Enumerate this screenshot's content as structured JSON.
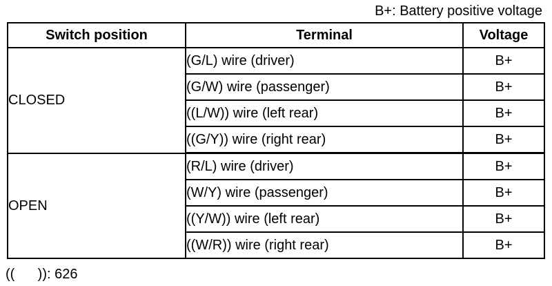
{
  "note": "B+: Battery positive voltage",
  "table": {
    "headers": {
      "switch_position": "Switch position",
      "terminal": "Terminal",
      "voltage": "Voltage"
    },
    "groups": [
      {
        "position": "CLOSED",
        "rows": [
          {
            "terminal": "(G/L) wire (driver)",
            "voltage": "B+"
          },
          {
            "terminal": "(G/W) wire (passenger)",
            "voltage": "B+"
          },
          {
            "terminal": "((L/W)) wire (left rear)",
            "voltage": "B+"
          },
          {
            "terminal": "((G/Y)) wire (right rear)",
            "voltage": "B+"
          }
        ]
      },
      {
        "position": "OPEN",
        "rows": [
          {
            "terminal": "(R/L) wire (driver)",
            "voltage": "B+"
          },
          {
            "terminal": "(W/Y) wire (passenger)",
            "voltage": "B+"
          },
          {
            "terminal": "((Y/W)) wire (left rear)",
            "voltage": "B+"
          },
          {
            "terminal": "((W/R)) wire (right rear)",
            "voltage": "B+"
          }
        ]
      }
    ]
  },
  "footnote": "((      )): 626"
}
